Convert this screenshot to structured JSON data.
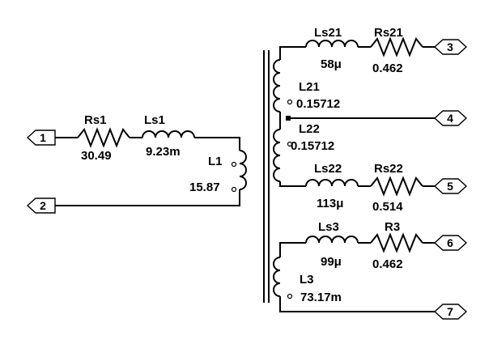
{
  "components": {
    "Rs1": {
      "name": "Rs1",
      "value": "30.49"
    },
    "Ls1": {
      "name": "Ls1",
      "value": "9.23m"
    },
    "L1": {
      "name": "L1",
      "value": "15.87"
    },
    "Ls21": {
      "name": "Ls21",
      "value": "58μ"
    },
    "Rs21": {
      "name": "Rs21",
      "value": "0.462"
    },
    "L21": {
      "name": "L21",
      "value": "0.15712"
    },
    "L22": {
      "name": "L22",
      "value": "0.15712"
    },
    "Ls22": {
      "name": "Ls22",
      "value": "113μ"
    },
    "Rs22": {
      "name": "Rs22",
      "value": "0.514"
    },
    "Ls3": {
      "name": "Ls3",
      "value": "99μ"
    },
    "R3": {
      "name": "R3",
      "value": "0.462"
    },
    "L3": {
      "name": "L3",
      "value": "73.17m"
    }
  },
  "ports": [
    "1",
    "2",
    "3",
    "4",
    "5",
    "6",
    "7"
  ]
}
